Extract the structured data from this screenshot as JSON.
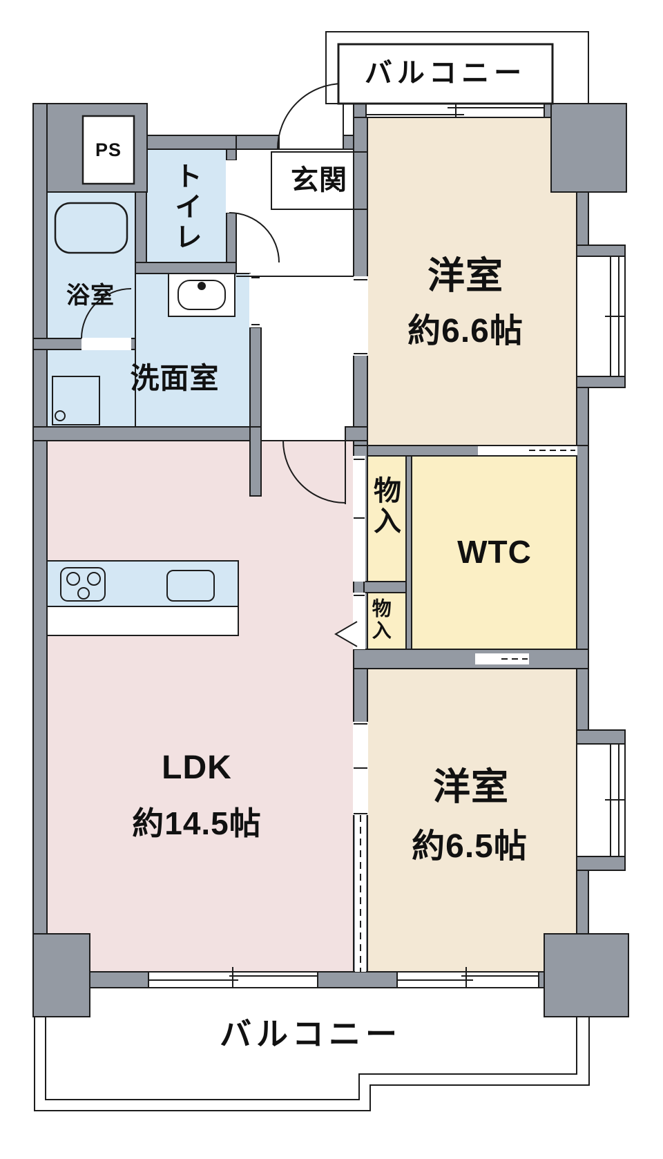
{
  "floor_plan": {
    "kind": "apartment-floor-plan",
    "rooms": [
      {
        "id": "balcony-top",
        "label": "バルコニー"
      },
      {
        "id": "ps",
        "label": "PS"
      },
      {
        "id": "toilet",
        "label": "トイレ"
      },
      {
        "id": "entrance",
        "label": "玄関"
      },
      {
        "id": "western-room-1",
        "label": "洋室",
        "size_label": "約6.6帖"
      },
      {
        "id": "bath",
        "label": "浴室"
      },
      {
        "id": "washroom",
        "label": "洗面室"
      },
      {
        "id": "storage-upper",
        "label": "物入"
      },
      {
        "id": "wtc",
        "label": "WTC"
      },
      {
        "id": "storage-lower",
        "label": "物入"
      },
      {
        "id": "ldk",
        "label": "LDK",
        "size_label": "約14.5帖"
      },
      {
        "id": "western-room-2",
        "label": "洋室",
        "size_label": "約6.5帖"
      },
      {
        "id": "balcony-bottom",
        "label": "バルコニー"
      }
    ],
    "colors": {
      "wall_gray": "#949aa3",
      "outline_black": "#1c1c1c",
      "water_blue": "#d4e7f4",
      "room_beige": "#f3e8d5",
      "closet_yellow": "#fbefc5",
      "ldk_pink": "#f2e1e1",
      "floor_white": "#ffffff"
    }
  }
}
